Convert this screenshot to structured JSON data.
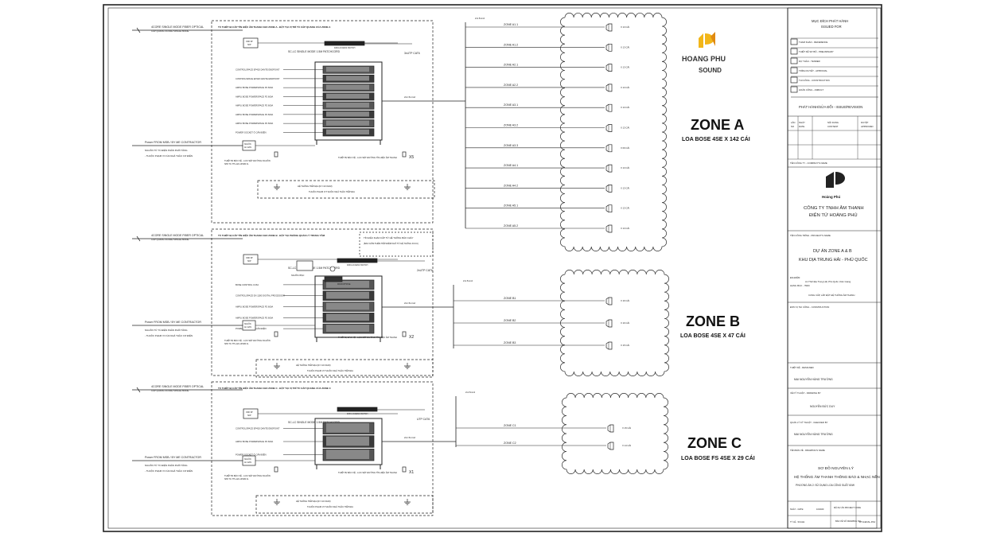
{
  "zones": [
    {
      "id": "A",
      "title": "ZONE A",
      "subtitle": "LOA BOSE 4SE X 142 CÁI",
      "rack_header": "TỦ THIẾT BỊ CẤP TÍN HIỆU ÂM THANH CHO ZONE A - ĐẶT TẠI VỊ TRÍ TỦ CẤP QUANG CỦA ZONE A",
      "fiber_label": "4CORE SINGLE MODE FIBER OPTICAL",
      "fiber_sub": "CÁP QUANG 4CORE SINGLE MODE",
      "patchcord": "SC-LC SINGLE MODE 1.5M PATCHCORD",
      "switch": "DATA ACCESS SWITCH",
      "cat6": "3xUTP CAT6",
      "sfp": "SFP",
      "power_label": "Power FROM MSB / BY ME CONTRACTOR",
      "power_src": "NGUỒN AC 220V",
      "power_note1": "NGUỒN TỪ TỦ ĐIỆN PHÂN PHỐI TẦNG",
      "power_note2": "- THUỘC PHẠM VI CỦA NHÀ THẦU CƠ ĐIỆN",
      "devices": [
        "CONTROLSPACE EP420 DANTE ENDPOINT",
        "CONTROLSPACE EP420 DANTE ENDPOINT",
        "AMPLI BOSE POWERSPACE P2 600A",
        "AMPLI BOSE POWERSPACE P2 600A",
        "AMPLI BOSE POWERSPACE P2 600A",
        "AMPLI BOSE POWERSPACE P2 600A",
        "AMPLI BOSE POWERSPACE P2 600A",
        "POWER SOCKET Ổ CẮM ĐIỆN"
      ],
      "filter_note": "THIẾT BỊ BẢO VỆ - LỌC SÉT ĐƯỜNG NGUỒN",
      "signal_note": "THIẾT BỊ BẢO VỆ - LỌC SÉT ĐƯỜNG TÍN HIỆU ÂM THANH",
      "ground_note": "HỆ THỐNG TIẾP ĐỊA (R<=10 OHM)",
      "ground_sub": "THUỘC PHẠM VI THUỘC NHÀ THẦU TIẾP ĐỊA",
      "multiplier": "X5",
      "speaker_cable": "2x1.5mm2",
      "lines": [
        {
          "label": "ZONE A1.1",
          "count": "X 13 CÁI"
        },
        {
          "label": "ZONE A1.2",
          "count": "X 13 CÁI"
        },
        {
          "label": "ZONE A2.1",
          "count": "X 13 CÁI"
        },
        {
          "label": "ZONE A2.2",
          "count": "X 13 CÁI"
        },
        {
          "label": "ZONE A3.1",
          "count": "X 13 CÁI"
        },
        {
          "label": "ZONE A3.2",
          "count": "X 13 CÁI"
        },
        {
          "label": "ZONE A3.3",
          "count": "X 09 CÁI"
        },
        {
          "label": "ZONE A4.1",
          "count": "X 13 CÁI"
        },
        {
          "label": "ZONE A4.2",
          "count": "X 13 CÁI"
        },
        {
          "label": "ZONE A5.1",
          "count": "X 13 CÁI"
        },
        {
          "label": "ZONE A5.2",
          "count": "X 13 CÁI"
        }
      ]
    },
    {
      "id": "B",
      "title": "ZONE B",
      "subtitle": "LOA BOSE 4SE X 47 CÁI",
      "rack_header": "TỦ THIẾT BỊ CẤP TÍN HIỆU ÂM THANH CHO ZONE B - ĐẶT TẠI PHÒNG QUẢN LÝ TRUNG TÂM",
      "fiber_label": "4CORE SINGLE MODE FIBER OPTICAL",
      "fiber_sub": "CÁP QUANG 4CORE SINGLE MODE",
      "patchcord": "SC-LC SINGLE MODE 1.5M PATCHCORD",
      "switch": "DATA ACCESS SWITCH",
      "cat6": "2xUTP CAT6",
      "sfp": "SFP",
      "power_label": "Power FROM MSB / BY ME CONTRACTOR",
      "power_src": "NGUỒN AC 220V",
      "power_note1": "NGUỒN TỪ TỦ ĐIỆN PHÂN PHỐI TẦNG",
      "power_note2": "- THUỘC PHẠM VI CỦA NHÀ THẦU CƠ ĐIỆN",
      "devices": [
        "BOSE CONTROL CC64",
        "CONTROLSPACE EX-1280 DIGITAL PROCESSOR",
        "AMPLI BOSE POWERSPACE P2 600A",
        "AMPLI BOSE POWERSPACE P2 600A",
        "POWER SOCKET Ổ CẮM ĐIỆN"
      ],
      "filter_note": "THIẾT BỊ BẢO VỆ - LỌC SÉT ĐƯỜNG NGUỒN",
      "signal_note": "THIẾT BỊ BẢO VỆ - LỌC SÉT ĐƯỜNG TÍN HIỆU ÂM THANH",
      "ground_note": "HỆ THỐNG TIẾP ĐỊA (R<=10 OHM)",
      "ground_sub": "THUỘC PHẠM VI THUỘC NHÀ THẦU TIẾP ĐỊA",
      "multiplier": "X2",
      "speaker_cable": "2x1.5mm2",
      "emergency": "TÍN HIỆU KHẨN CẤP TỪ HỆ THỐNG BÁO CHÁY",
      "emergency_sub": "(BAO GỒM THÊM TIẾP ĐIỂM KHÔ TỪ HỆ THỐNG FCCU)",
      "pc": "NGUỒN NHẠC",
      "mic": "MICROPHONE",
      "lines": [
        {
          "label": "ZONE B1",
          "count": "X 16 CÁI"
        },
        {
          "label": "ZONE B2",
          "count": "X 16 CÁI"
        },
        {
          "label": "ZONE B3",
          "count": "X 15 CÁI"
        }
      ]
    },
    {
      "id": "C",
      "title": "ZONE C",
      "subtitle": "LOA BOSE FS 4SE X 29 CÁI",
      "rack_header": "TỦ THIẾT BỊ CẤP TÍN HIỆU ÂM THANH CHO ZONE C - ĐẶT TẠI VỊ TRÍ TỦ CẤP QUANG CỦA ZONE C",
      "fiber_label": "4CORE SINGLE MODE FIBER OPTICAL",
      "fiber_sub": "CÁP QUANG 4CORE SINGLE MODE",
      "patchcord": "SC-LC SINGLE MODE 1.5M PATCHCORD",
      "switch": "DATA ACCESS SWITCH",
      "cat6": "UTP CAT6",
      "sfp": "SFP",
      "power_label": "Power FROM MSB / BY ME CONTRACTOR",
      "power_src": "NGUỒN AC 220V",
      "power_note1": "NGUỒN TỪ TỦ ĐIỆN PHÂN PHỐI TẦNG",
      "power_note2": "- THUỘC PHẠM VI CỦA NHÀ THẦU CƠ ĐIỆN",
      "devices": [
        "CONTROLSPACE EP420 DANTE ENDPOINT",
        "AMPLI BOSE POWERSPACE P2 600A",
        "POWER SOCKET Ổ CẮM ĐIỆN"
      ],
      "filter_note": "THIẾT BỊ BẢO VỆ - LỌC SÉT ĐƯỜNG NGUỒN",
      "signal_note": "THIẾT BỊ BẢO VỆ - LỌC SÉT ĐƯỜNG TÍN HIỆU ÂM THANH",
      "ground_note": "HỆ THỐNG TIẾP ĐỊA (R<=10 OHM)",
      "ground_sub": "THUỘC PHẠM VI THUỘC NHÀ THẦU TIẾP ĐỊA",
      "multiplier": "X1",
      "speaker_cable": "2x1.5mm2",
      "lines": [
        {
          "label": "ZONE C1",
          "count": "X 15 CÁI"
        },
        {
          "label": "ZONE C2",
          "count": "X 14 CÁI"
        }
      ]
    }
  ],
  "logo": {
    "brand1": "HOANG PHU",
    "brand2": "SOUND"
  },
  "title_block": {
    "purpose_title": "MỤC ĐÍCH PHÁT HÀNH",
    "purpose_sub": "ISSUED FOR",
    "purposes": [
      "THAM KHẢO - REFERENCE",
      "THIẾT KẾ SƠ BỘ - PRELIMINARY",
      "DỰ THẦU - TENDER",
      "TRÌNH DUYỆT - APPROVAL",
      "THI CÔNG - CONSTRUCTION",
      "HOÀN CÔNG - ASBUILT"
    ],
    "revision_title": "PHÁT HÀNH/SỬA ĐỔI - ISSUE/REVISION",
    "rev_cols": [
      "LẦN NO",
      "NGÀY DATE",
      "NỘI DUNG CONTENT",
      "DUYỆT APPROVED"
    ],
    "company_label": "TÊN CÔNG TY - COMPANY'S NAME",
    "company_brand": "Hoàng Phú",
    "company_name1": "CÔNG TY TNHH ÂM THANH",
    "company_name2": "ĐIỆN TỬ HOÀNG PHÚ",
    "project_label": "TÊN CÔNG TRÌNH - PROJECT'S NAME",
    "project_name1": "DỰ ÁN ZONE A & B",
    "project_name2": "KHU DỊA TRUNG HẢI - PHÚ QUỐC",
    "address_label": "ĐỊA ĐIỂM",
    "address": "An Thới Địa Trung Hải, Phú Quốc, Kiên Giang",
    "item_label": "HẠNG MỤC - ITEM",
    "item": "CUNG CẤP, LẮP ĐẶT HỆ THỐNG ÂM THANH",
    "constructor_label": "ĐƠN VỊ THI CÔNG - CONSTRUCTION",
    "designer_label": "THIẾT KẾ - DESIGNED",
    "designer": "MAI NGUYỄN HÙNG TRƯỜNG",
    "drawer_label": "VẼ KỸ THUẬT - DRAWING BY",
    "drawer": "NGUYỄN ĐỨC DUY",
    "checker_label": "QUẢN LÝ KỸ THUẬT - CHECKED BY",
    "checker": "MAI NGUYỄN HÙNG TRƯỜNG",
    "drawing_label": "TÊN BẢN VẼ - DRAWING'S NAME",
    "drawing1": "SƠ ĐỒ NGUYÊN LÝ",
    "drawing2": "HỆ THỐNG ÂM THANH THÔNG BÁO & NHẠC NỀN",
    "drawing3": "PHƯƠNG ÁN 2: SỬ DỤNG LOA CÔNG SUẤT 60W",
    "date_label": "NGÀY - DATE:",
    "date": "10/2020",
    "code_label": "MÃ DỰ ÁN PROJECT CODE",
    "scale_label": "TỶ LỆ - SCALE:",
    "dwg_label": "BẢN VẼ SỐ DRAWING NO",
    "dwg_no": "DTH-EDAL-PA2"
  }
}
